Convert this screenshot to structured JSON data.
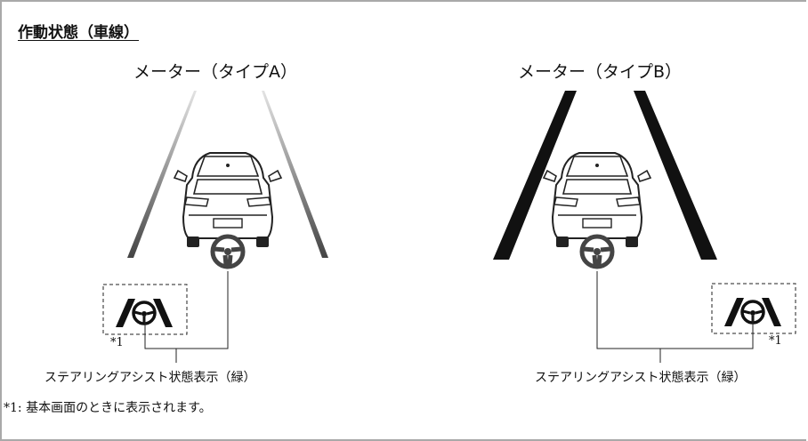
{
  "title": "作動状態（車線）",
  "meter_a": {
    "label": "メーター（タイプA）",
    "note": "*1",
    "caption": "ステアリングアシスト状態表示（緑）"
  },
  "meter_b": {
    "label": "メーター（タイプB）",
    "note": "*1",
    "caption": "ステアリングアシスト状態表示（緑）"
  },
  "footnote": {
    "mark": "*1:",
    "text": "基本画面のときに表示されます。"
  },
  "icons": {
    "lane_a": "faded-lane-lines",
    "lane_b": "solid-lane-lines",
    "car": "car-rear-view-icon",
    "wheel": "steering-wheel-icon",
    "indicator": "steering-assist-indicator-icon"
  }
}
